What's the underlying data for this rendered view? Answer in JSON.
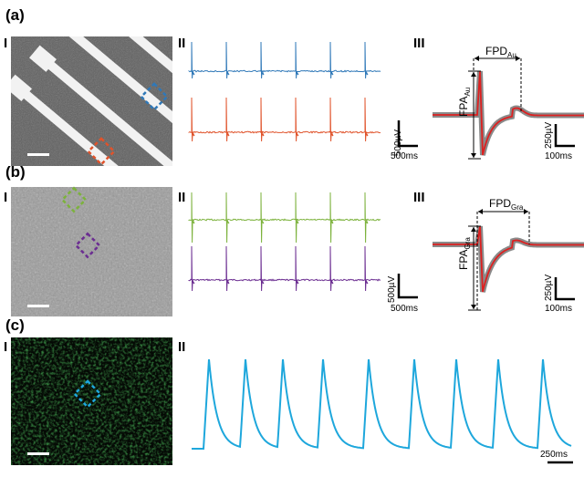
{
  "panels": {
    "a": {
      "label": "(a)",
      "sub": [
        "I",
        "II",
        "III"
      ],
      "scale_v": "500µV",
      "scale_t": "500ms",
      "scale_v_zoom": "250µV",
      "scale_t_zoom": "100ms",
      "fpd": {
        "main": "FPD",
        "sub": "Au"
      },
      "fpa": {
        "main": "FPA",
        "sub": "Au"
      }
    },
    "b": {
      "label": "(b)",
      "sub": [
        "I",
        "II",
        "III"
      ],
      "scale_v": "500µV",
      "scale_t": "500ms",
      "scale_v_zoom": "250µV",
      "scale_t_zoom": "100ms",
      "fpd": {
        "main": "FPD",
        "sub": "Gra"
      },
      "fpa": {
        "main": "FPA",
        "sub": "Gra"
      }
    },
    "c": {
      "label": "(c)",
      "sub": [
        "I",
        "II"
      ],
      "scale_t": "250ms"
    }
  },
  "colors": {
    "blue": "#2f78b8",
    "orange": "#e0532b",
    "green": "#7cb23c",
    "purple": "#6b2d91",
    "cyan": "#1ea7dc",
    "red": "#dd2020",
    "gray": "#8a8a8a"
  }
}
